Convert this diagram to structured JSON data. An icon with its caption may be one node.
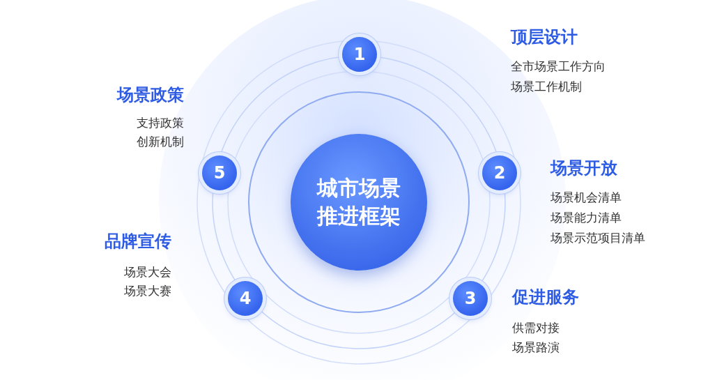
{
  "diagram": {
    "nodes": [
      {
        "text": [
          "城市场景推进框架"
        ]
      },
      {
        "text": [
          "1"
        ],
        "beside": [
          "顶层设计",
          "全市场景工作方向",
          "场景工作机制"
        ]
      },
      {
        "text": [
          "2"
        ],
        "beside": [
          "场景开放",
          "场景机会清单",
          "场景能力清单",
          "场景示范项目清单"
        ]
      },
      {
        "text": [
          "3"
        ],
        "beside": [
          "促进服务",
          "供需对接",
          "场景路演"
        ]
      },
      {
        "text": [
          "4"
        ],
        "beside": [
          "品牌宣传",
          "场景大会",
          "场景大赛"
        ]
      },
      {
        "text": [
          "5"
        ],
        "beside": [
          "场景政策",
          "支持政策",
          "创新机制"
        ]
      }
    ],
    "edges": []
  }
}
